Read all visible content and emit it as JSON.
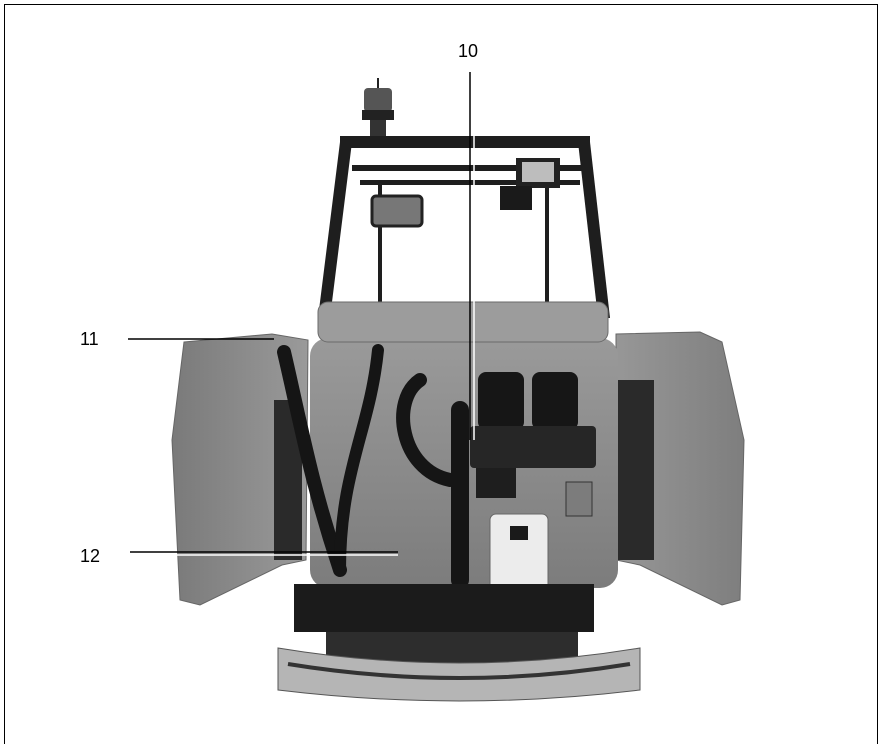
{
  "figure": {
    "callouts": {
      "c10": "10",
      "c11": "11",
      "c12": "12"
    }
  },
  "colors": {
    "body_gray": "#8e8e8e",
    "door_gray": "#888888",
    "frame_black": "#1e1e1e",
    "background": "#ffffff"
  }
}
